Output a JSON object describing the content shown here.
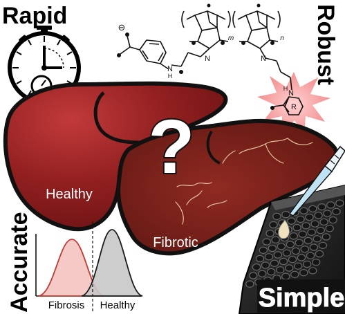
{
  "labels": {
    "rapid": "Rapid",
    "robust": "Robust",
    "accurate": "Accurate",
    "simple": "Simple",
    "healthy_region": "Healthy",
    "fibrotic_region": "Fibrotic",
    "question_mark": "?"
  },
  "chemistry": {
    "charge": "⊖",
    "nh_left": "N",
    "nh_left_h": "H",
    "n_left": "N",
    "n_right": "N",
    "nh_right": "N",
    "nh_right_h": "H",
    "m": "m",
    "n": "n",
    "r_group": "R"
  },
  "chart_data": {
    "type": "area",
    "title": "",
    "xlabel": "",
    "ylabel": "",
    "categories": [
      "Fibrosis",
      "Healthy"
    ],
    "threshold": "dashed vertical line separating the two distributions",
    "series": [
      {
        "name": "Fibrosis",
        "shape": "bell curve",
        "color": "#c23a32",
        "fill": "#f4c9c6"
      },
      {
        "name": "Healthy",
        "shape": "bell curve",
        "color": "#1a1a1a",
        "fill": "#c8c8c8"
      }
    ]
  },
  "colors": {
    "liver_healthy": "#8e1e1e",
    "liver_fibrotic": "#7a1b17",
    "outline": "#111111",
    "star_burst": "#f7a5a5",
    "plate": "#1c1c1c",
    "droplet": "#f1e2bf",
    "pipette_tip": "#9fd4ef"
  },
  "icons": [
    "stopwatch-icon",
    "pipette-icon",
    "well-plate-icon"
  ]
}
